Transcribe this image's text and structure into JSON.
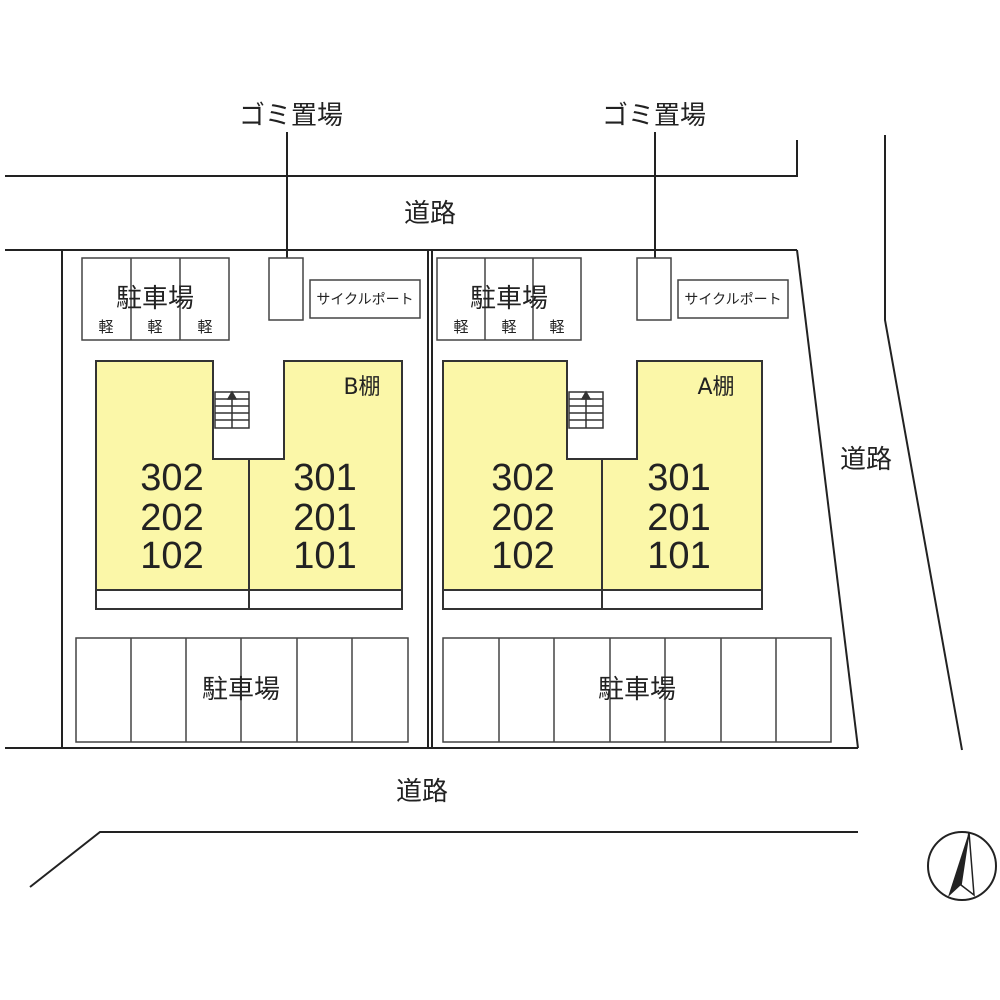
{
  "roads": {
    "top": "道路",
    "right": "道路",
    "bottom": "道路"
  },
  "garbage": {
    "left": "ゴミ置場",
    "right": "ゴミ置場"
  },
  "building_b": {
    "name": "B棚",
    "parking_top": "駐車場",
    "kei_labels": [
      "軽",
      "軽",
      "軽"
    ],
    "cycle_port": "サイクルポート",
    "units_left": [
      "302",
      "202",
      "102"
    ],
    "units_right": [
      "301",
      "201",
      "101"
    ],
    "parking_bottom": "駐車場"
  },
  "building_a": {
    "name": "A棚",
    "parking_top": "駐車場",
    "kei_labels": [
      "軽",
      "軽",
      "軽"
    ],
    "cycle_port": "サイクルポート",
    "units_left": [
      "302",
      "202",
      "102"
    ],
    "units_right": [
      "301",
      "201",
      "101"
    ],
    "parking_bottom": "駐車場"
  },
  "colors": {
    "building_fill": "#fbf7a8",
    "line": "#222222"
  },
  "icons": {
    "north_arrow": "north-arrow-icon",
    "stairs": "stairs-icon"
  }
}
